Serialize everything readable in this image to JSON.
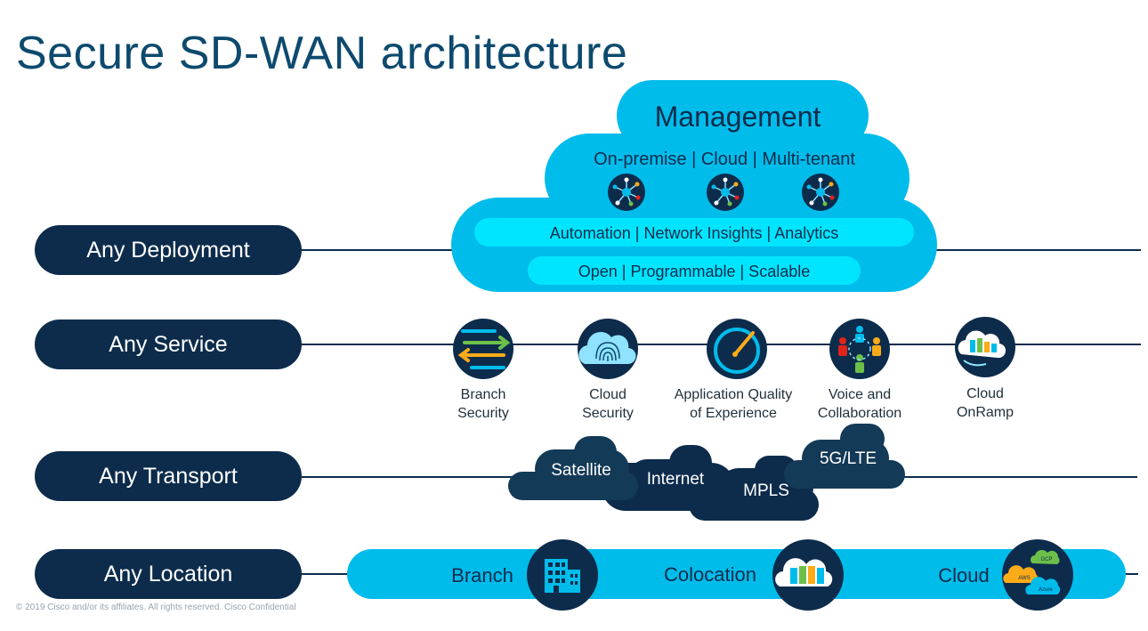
{
  "title": "Secure SD-WAN architecture",
  "footer": "© 2019  Cisco and/or its affiliates. All rights reserved.   Cisco Confidential",
  "rows": {
    "deployment": "Any Deployment",
    "service": "Any Service",
    "transport": "Any Transport",
    "location": "Any Location"
  },
  "management": {
    "title": "Management",
    "subtitle": "On-premise | Cloud | Multi-tenant",
    "band1": "Automation | Network Insights | Analytics",
    "band2": "Open | Programmable | Scalable"
  },
  "services": [
    {
      "line1": "Branch",
      "line2": "Security",
      "icon": "branch-security-icon"
    },
    {
      "line1": "Cloud",
      "line2": "Security",
      "icon": "fingerprint-cloud-icon"
    },
    {
      "line1": "Application Quality",
      "line2": "of Experience",
      "icon": "gauge-icon"
    },
    {
      "line1": "Voice and",
      "line2": "Collaboration",
      "icon": "people-collaboration-icon"
    },
    {
      "line1": "Cloud",
      "line2": "OnRamp",
      "icon": "cloud-onramp-icon"
    }
  ],
  "transports": [
    "Satellite",
    "Internet",
    "MPLS",
    "5G/LTE"
  ],
  "locations": [
    {
      "label": "Branch",
      "icon": "building-icon"
    },
    {
      "label": "Colocation",
      "icon": "datacenter-cloud-icon"
    },
    {
      "label": "Cloud",
      "icon": "multicloud-icon"
    }
  ],
  "cloud_badges": [
    "GCP",
    "AWS",
    "Azure"
  ],
  "colors": {
    "navy": "#0d2c4c",
    "cyan": "#00bceb",
    "light_cyan": "#00e5ff",
    "title": "#0d4a6e",
    "transport_cloud": "#133a57"
  }
}
